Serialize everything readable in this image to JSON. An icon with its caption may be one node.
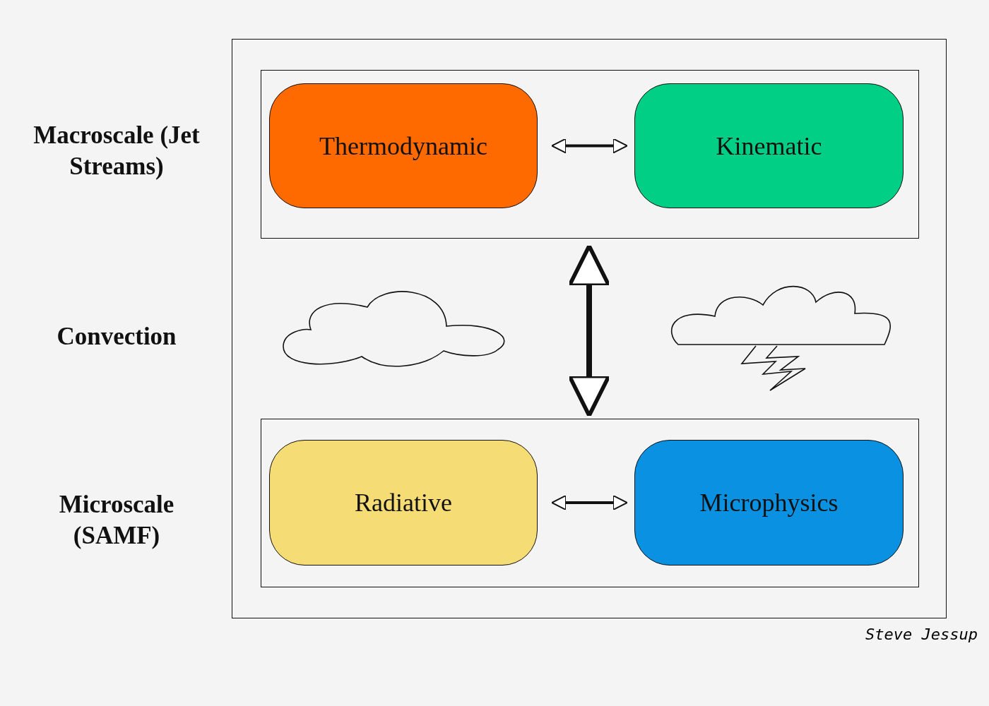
{
  "diagram": {
    "nodes": [
      {
        "text": [],
        "shape": "box"
      },
      {
        "text": [],
        "shape": "box",
        "in": 0
      },
      {
        "text": [
          "Thermodynamic"
        ],
        "in": 1
      },
      {
        "text": [
          "Kinematic"
        ],
        "in": 1
      },
      {
        "text": [],
        "shape": "box",
        "in": 0
      },
      {
        "text": [
          "Radiative"
        ],
        "in": 4
      },
      {
        "text": [
          "Microphysics"
        ],
        "in": 4
      }
    ],
    "edges": [
      {
        "from": 2,
        "to": 3,
        "arrow": "both"
      },
      {
        "from": 1,
        "to": 4,
        "arrow": "both",
        "style": "thick"
      },
      {
        "from": 5,
        "to": 6,
        "arrow": "both"
      }
    ],
    "labels": [
      "Macroscale (Jet Streams)",
      "Convection",
      "Microscale (SAMF)",
      "Steve Jessup"
    ]
  }
}
